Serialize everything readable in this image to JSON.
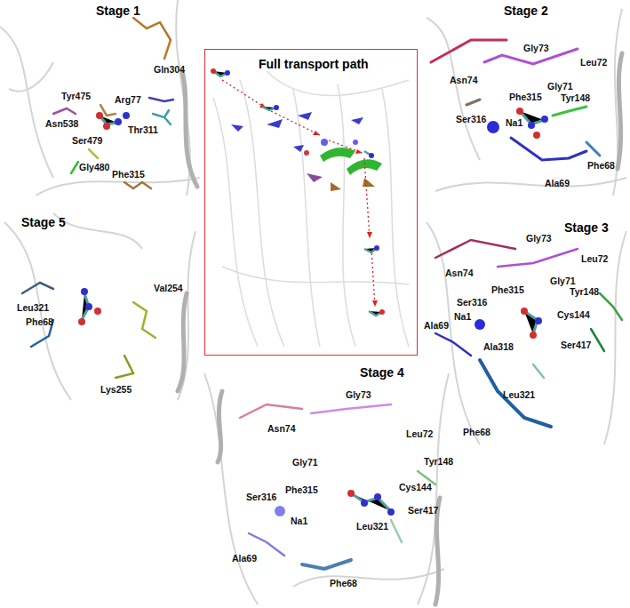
{
  "diagram": {
    "nodes": [
      {
        "text": [
          "Stage 1"
        ]
      },
      {
        "text": [
          "Full transport path"
        ]
      },
      {
        "text": [
          "Stage 2"
        ]
      },
      {
        "text": [
          "Stage 5"
        ]
      },
      {
        "text": [
          "Stage 3"
        ]
      },
      {
        "text": [
          "Stage 4"
        ]
      }
    ],
    "labels": [
      "Gln304",
      "Tyr475",
      "Arg77",
      "Asn538",
      "Thr311",
      "Ser479",
      "Gly480",
      "Phe315",
      "Gly73",
      "Leu72",
      "Asn74",
      "Gly71",
      "Phe315",
      "Tyr148",
      "Ser316",
      "Na1",
      "Phe68",
      "Ala69",
      "Gly73",
      "Leu72",
      "Asn74",
      "Gly71",
      "Tyr148",
      "Phe315",
      "Ser316",
      "Na1",
      "Cys144",
      "Ala69",
      "Ser417",
      "Ala318",
      "Leu321",
      "Phe68",
      "Leu321",
      "Phe68",
      "Val254",
      "Lys255",
      "Gly73",
      "Leu72",
      "Asn74",
      "Tyr148",
      "Gly71",
      "Phe315",
      "Cys144",
      "Ser316",
      "Ser417",
      "Na1",
      "Leu321",
      "Ala69",
      "Phe68"
    ]
  }
}
